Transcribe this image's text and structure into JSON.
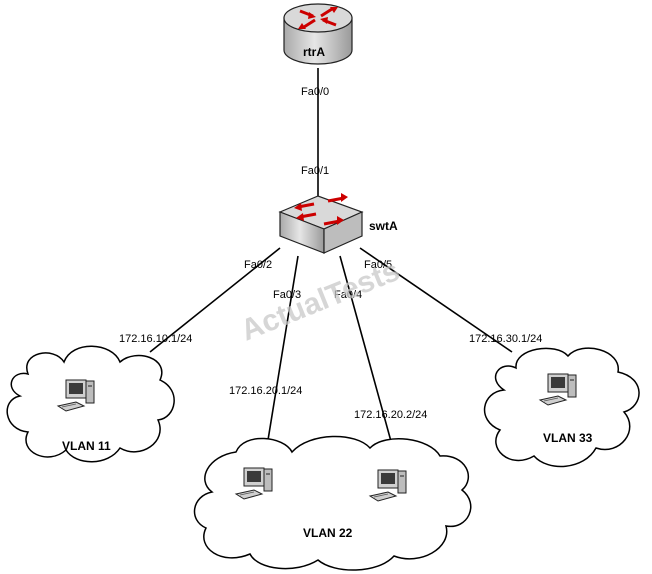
{
  "router": {
    "name": "rtrA",
    "port": "Fa0/0"
  },
  "switch": {
    "name": "swtA",
    "uplink_port": "Fa0/1",
    "ports": [
      "Fa0/2",
      "Fa0/3",
      "Fa0/4",
      "Fa0/5"
    ]
  },
  "vlans": [
    {
      "name": "VLAN 11",
      "hosts": [
        "172.16.10.1/24"
      ]
    },
    {
      "name": "VLAN 22",
      "hosts": [
        "172.16.20.1/24",
        "172.16.20.2/24"
      ]
    },
    {
      "name": "VLAN 33",
      "hosts": [
        "172.16.30.1/24"
      ]
    }
  ],
  "watermark": "ActualTests",
  "colors": {
    "device_body": "#d9d9d9",
    "arrow_red": "#cc0000",
    "watermark": "#c8c8c8"
  }
}
